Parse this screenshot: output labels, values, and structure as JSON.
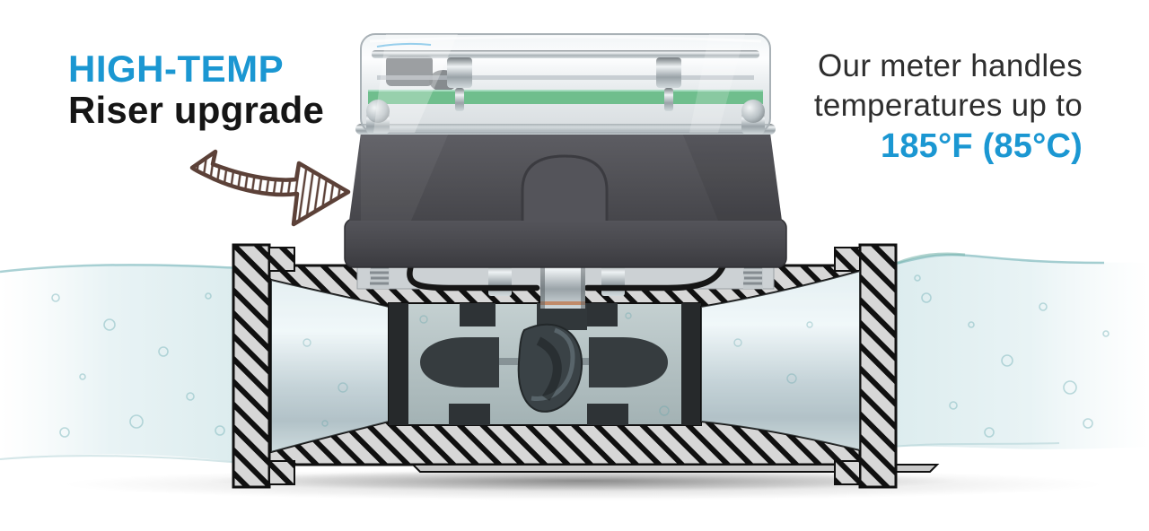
{
  "headline": {
    "line1": "HIGH-TEMP",
    "line2": "Riser upgrade"
  },
  "callout": {
    "line1": "Our meter handles",
    "line2": "temperatures up to",
    "highlight": "185°F (85°C)"
  },
  "colors": {
    "accent_blue": "#1b97d2",
    "ink": "#151515",
    "callout_text": "#2e2e2e",
    "arrow_brown": "#5c4138",
    "pcb_green": "#6fbe8d",
    "meter_gray": "#515156",
    "water_edge": "#8ec2c5",
    "hatch_base": "#d7d7d7"
  },
  "illustration": {
    "subject": "water-meter-cutaway",
    "parts": [
      "transparent-register-cap",
      "circuit-board",
      "meter-body",
      "riser-arch",
      "pipe-cross-section",
      "flow-straightener",
      "turbine-rotor",
      "water-flow-left",
      "water-flow-right",
      "hand-drawn-arrow"
    ]
  }
}
